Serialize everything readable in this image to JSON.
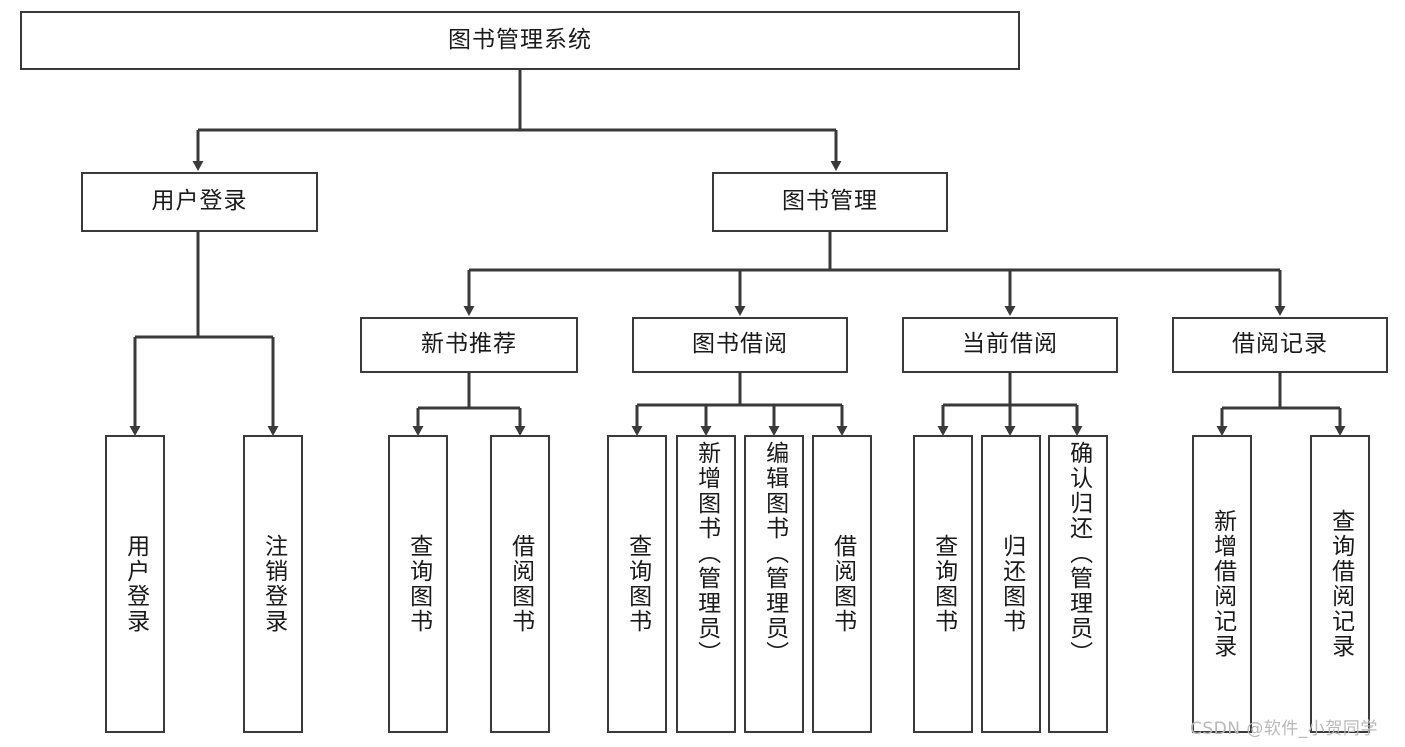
{
  "diagram": {
    "title": "图书管理系统",
    "type": "tree",
    "root": {
      "label": "图书管理系统"
    },
    "level2": [
      {
        "label": "用户登录"
      },
      {
        "label": "图书管理"
      }
    ],
    "level3": [
      {
        "label": "新书推荐"
      },
      {
        "label": "图书借阅"
      },
      {
        "label": "当前借阅"
      },
      {
        "label": "借阅记录"
      }
    ],
    "leaves": {
      "user_login": [
        {
          "label": "用户登录"
        },
        {
          "label": "注销登录"
        }
      ],
      "new_book_recommend": [
        {
          "label": "查询图书"
        },
        {
          "label": "借阅图书"
        }
      ],
      "book_borrow": [
        {
          "label": "查询图书"
        },
        {
          "label": "新增图书（管理员）"
        },
        {
          "label": "编辑图书（管理员）"
        },
        {
          "label": "借阅图书"
        }
      ],
      "current_borrow": [
        {
          "label": "查询图书"
        },
        {
          "label": "归还图书"
        },
        {
          "label": "确认归还（管理员）"
        }
      ],
      "borrow_record": [
        {
          "label": "新增借阅记录"
        },
        {
          "label": "查询借阅记录"
        }
      ]
    },
    "colors": {
      "stroke": "#3a3a3a",
      "fill": "#ffffff",
      "text": "#1a1a1a",
      "watermark": "#b9b9b9"
    }
  },
  "watermark": {
    "text": "CSDN @软件_小贺同学"
  }
}
